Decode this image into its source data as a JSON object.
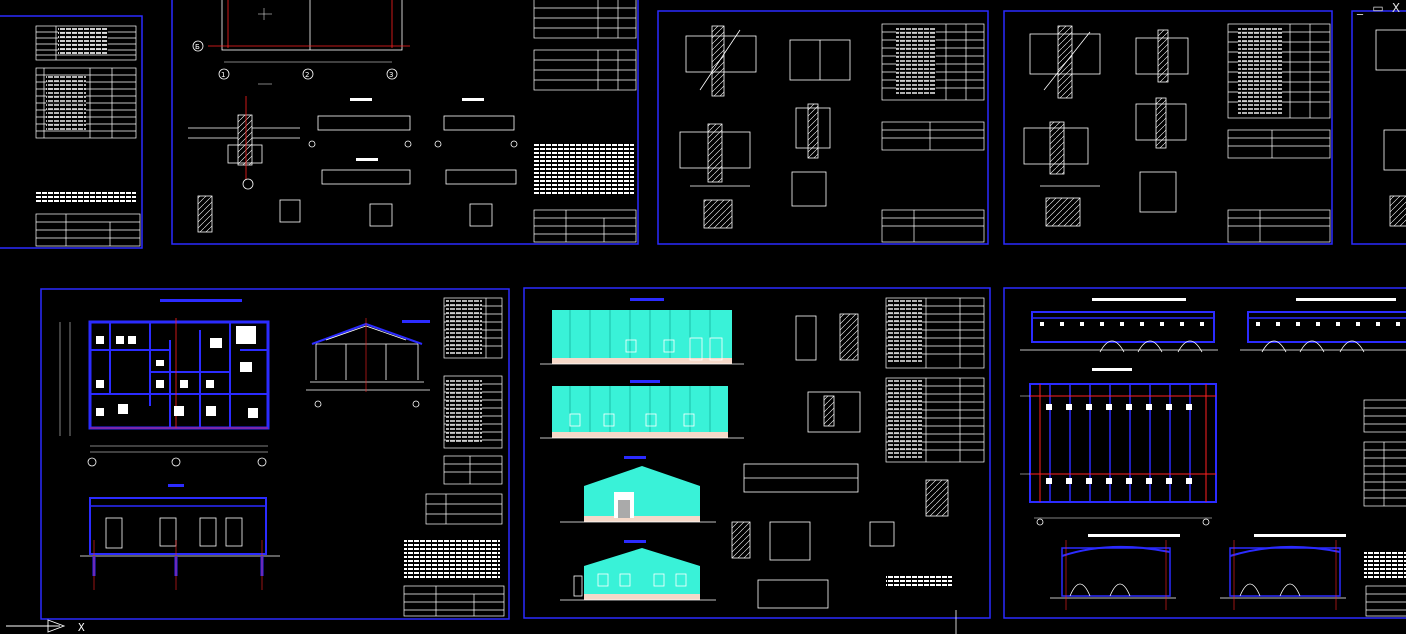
{
  "window": {
    "minimize_glyph": "_",
    "restore_glyph": "▭",
    "close_glyph": "X"
  },
  "ucs": {
    "x_axis_label": "X"
  },
  "colors": {
    "background": "#000000",
    "sheet_border": "#2b2bff",
    "linework": "#ffffff",
    "axis_red": "#ff2020",
    "facade_fill": "#39f2d8",
    "plinth": "#f5d9c9"
  },
  "grid_markers": {
    "sheet2_axes": [
      "1",
      "2",
      "3"
    ],
    "sheet2_row": "Б"
  },
  "sheets": [
    {
      "id": "sheet-1"
    },
    {
      "id": "sheet-2"
    },
    {
      "id": "sheet-3"
    },
    {
      "id": "sheet-4"
    },
    {
      "id": "sheet-5"
    },
    {
      "id": "sheet-6"
    },
    {
      "id": "sheet-7"
    },
    {
      "id": "sheet-8"
    }
  ]
}
